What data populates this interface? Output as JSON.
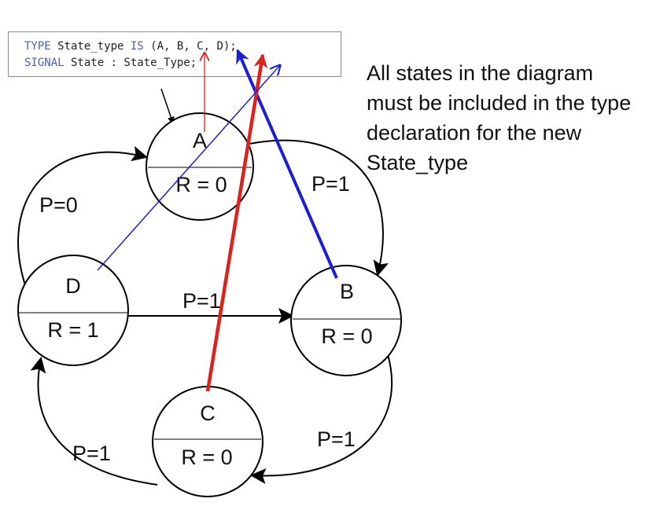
{
  "code": {
    "line1": {
      "keyword1": "TYPE",
      "text1": " State_type ",
      "keyword2": "IS",
      "text2": " (A, B, C, D);"
    },
    "line2": {
      "keyword1": "SIGNAL",
      "text1": " State : State_Type;"
    }
  },
  "note": "All states in the diagram must be included in the type declaration for the new State_type",
  "states": [
    {
      "name": "A",
      "output": "R = 0"
    },
    {
      "name": "B",
      "output": "R = 0"
    },
    {
      "name": "C",
      "output": "R = 0"
    },
    {
      "name": "D",
      "output": "R = 1"
    }
  ],
  "transitions": [
    {
      "from": "A",
      "to": "B",
      "label": "P=1"
    },
    {
      "from": "B",
      "to": "C",
      "label": "P=1"
    },
    {
      "from": "C",
      "to": "D",
      "label": "P=1"
    },
    {
      "from": "D",
      "to": "A",
      "label": "P=0"
    },
    {
      "from": "D",
      "to": "B",
      "label": "P=1"
    }
  ],
  "highlight_colors": {
    "A": "#e0201b",
    "B": "#1a1fd6",
    "C": "#e0201b",
    "D": "#1a1fd6"
  }
}
